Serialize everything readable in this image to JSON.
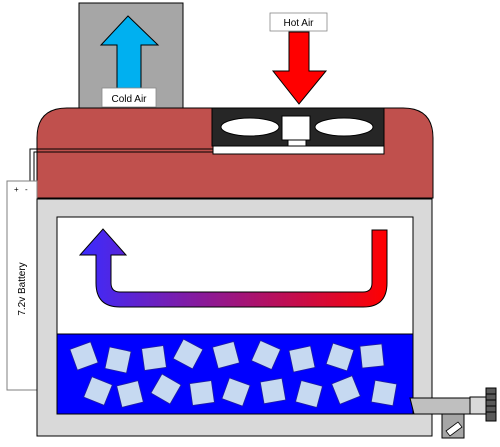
{
  "labels": {
    "cold_air": "Cold Air",
    "hot_air": "Hot Air",
    "battery": "7.2v Battery",
    "battery_plus": "+",
    "battery_minus": "-"
  },
  "colors": {
    "lid": "#c0504d",
    "chamber_wall": "#d9d9d9",
    "water": "#0000ff",
    "ice": "#c6d9f1",
    "cold_arrow": "#00b0f0",
    "hot_arrow": "#ff0000",
    "flow_start": "#3b2bff",
    "flow_end": "#ff0000",
    "vent": "#a6a6a6",
    "fan_housing": "#262626"
  },
  "icons": {
    "fan": "fan-icon",
    "cold_arrow": "up-arrow-icon",
    "hot_arrow": "down-arrow-icon",
    "flow_arrow": "u-turn-arrow-icon",
    "drain": "drain-valve-icon"
  }
}
